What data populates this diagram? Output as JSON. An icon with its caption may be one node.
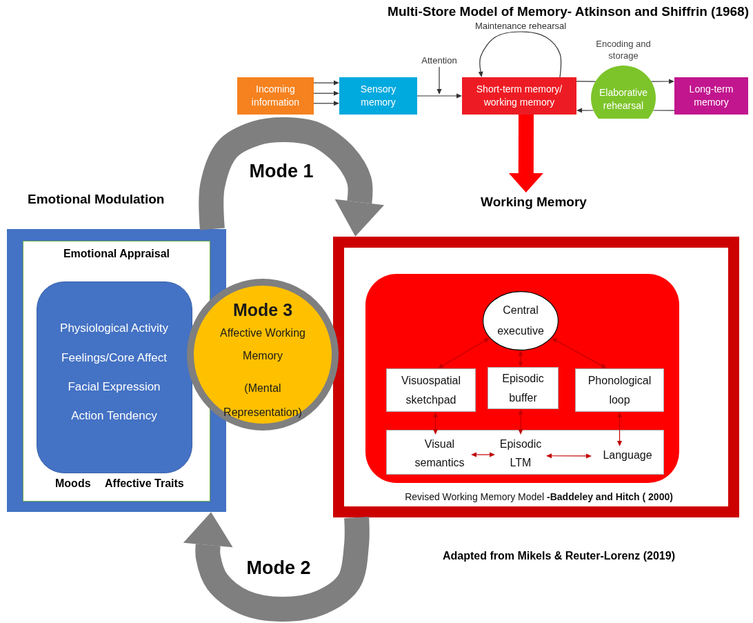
{
  "diagram": {
    "title": "Multi-Store Model of Memory- Atkinson and Shiffrin (1968)",
    "caption": "Adapted from Mikels & Reuter-Lorenz (2019)",
    "nodes": [
      {
        "text": [
          "Incoming information"
        ]
      },
      {
        "text": [
          "Sensory memory"
        ]
      },
      {
        "text": [
          "Attention"
        ]
      },
      {
        "text": [
          "Short-term memory/ working memory"
        ]
      },
      {
        "text": [
          "Elaborative rehearsal"
        ],
        "beside": [
          "Encoding and storage"
        ]
      },
      {
        "text": [
          "Long-term memory"
        ]
      },
      {
        "text": [
          "Emotional Modulation"
        ]
      },
      {
        "text": [
          "Emotional Appraisal",
          "Moods",
          "Affective Traits"
        ],
        "in": 6
      },
      {
        "text": [
          "Physiological Activity",
          "Feelings/Core Affect",
          "Facial Expression",
          "Action Tendency"
        ],
        "in": 7
      },
      {
        "text": [
          "Mode 3",
          "Affective Working Memory",
          "(Mental Representation)"
        ]
      },
      {
        "text": [
          "Working Memory",
          "Revised Working Memory Model **-Baddeley and Hitch ( 2000)**"
        ]
      },
      {
        "text": [],
        "shape": "box",
        "in": 10
      },
      {
        "text": [
          "Central executive"
        ],
        "in": 11
      },
      {
        "text": [
          "Visuospatial sketchpad"
        ],
        "in": 11
      },
      {
        "text": [
          "Episodic buffer"
        ],
        "in": 11
      },
      {
        "text": [
          "Phonological loop"
        ],
        "in": 11
      },
      {
        "text": [],
        "shape": "box",
        "in": 11
      },
      {
        "text": [
          "Visual semantics"
        ],
        "in": 16
      },
      {
        "text": [
          "Episodic LTM"
        ],
        "in": 16
      },
      {
        "text": [
          "Language"
        ],
        "in": 16
      }
    ],
    "edges": [
      {
        "from": 0,
        "to": 1,
        "arrow": "to"
      },
      {
        "from": 0,
        "to": 1,
        "arrow": "to"
      },
      {
        "from": 0,
        "to": 1,
        "arrow": "to"
      },
      {
        "from": 1,
        "to": 3,
        "arrow": "to"
      },
      {
        "from": 2,
        "to": null,
        "arrow": "to"
      },
      {
        "from": 3,
        "to": 3,
        "arrow": "to",
        "label": "Maintenance rehearsal"
      },
      {
        "from": 3,
        "to": 4,
        "arrow": "none"
      },
      {
        "from": 4,
        "to": 5,
        "arrow": "to"
      },
      {
        "from": 5,
        "to": 4,
        "arrow": "none"
      },
      {
        "from": 4,
        "to": 3,
        "arrow": "to"
      },
      {
        "from": 3,
        "to": 10,
        "arrow": "to",
        "style": "thick",
        "color": "#ff0000"
      },
      {
        "from": 6,
        "to": 10,
        "arrow": "to",
        "label": "Mode 1",
        "style": "thick",
        "color": "#7f7f7f"
      },
      {
        "from": 10,
        "to": 6,
        "arrow": "to",
        "label": "Mode 2",
        "style": "thick",
        "color": "#7f7f7f"
      },
      {
        "from": 12,
        "to": 13,
        "arrow": "both",
        "color": "#c00000"
      },
      {
        "from": 12,
        "to": 14,
        "arrow": "both",
        "color": "#c00000"
      },
      {
        "from": 12,
        "to": 15,
        "arrow": "both",
        "color": "#c00000"
      },
      {
        "from": 13,
        "to": 17,
        "arrow": "both",
        "color": "#c00000"
      },
      {
        "from": 14,
        "to": 18,
        "arrow": "both",
        "color": "#c00000"
      },
      {
        "from": 15,
        "to": 19,
        "arrow": "both",
        "color": "#c00000"
      },
      {
        "from": 17,
        "to": 18,
        "arrow": "both",
        "color": "#c00000"
      },
      {
        "from": 18,
        "to": 19,
        "arrow": "both",
        "color": "#c00000"
      }
    ]
  }
}
